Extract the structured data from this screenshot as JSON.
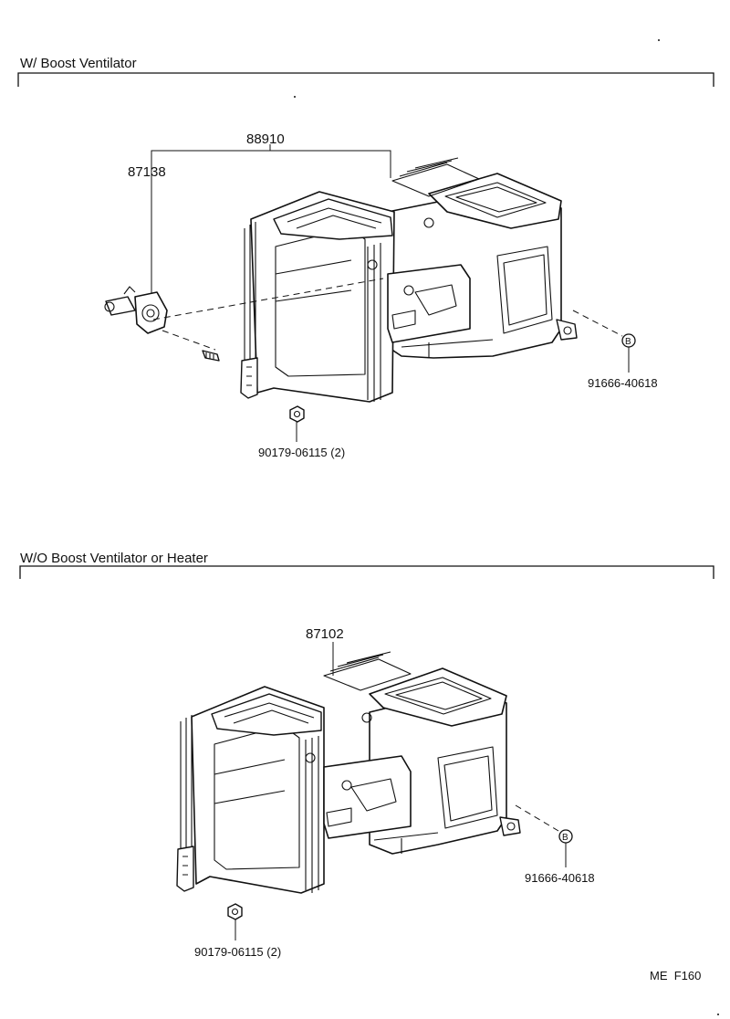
{
  "sections": [
    {
      "title": "W/ Boost Ventilator",
      "parts": {
        "assembly": "88910",
        "motor": "87138",
        "screw": "91666-40618",
        "screw_marker": "B",
        "nut": "90179-06115 (2)"
      }
    },
    {
      "title": "W/O Boost Ventilator or Heater",
      "parts": {
        "assembly": "87102",
        "screw": "91666-40618",
        "screw_marker": "B",
        "nut": "90179-06115 (2)"
      }
    }
  ],
  "footer": {
    "code": "ME  F160"
  }
}
